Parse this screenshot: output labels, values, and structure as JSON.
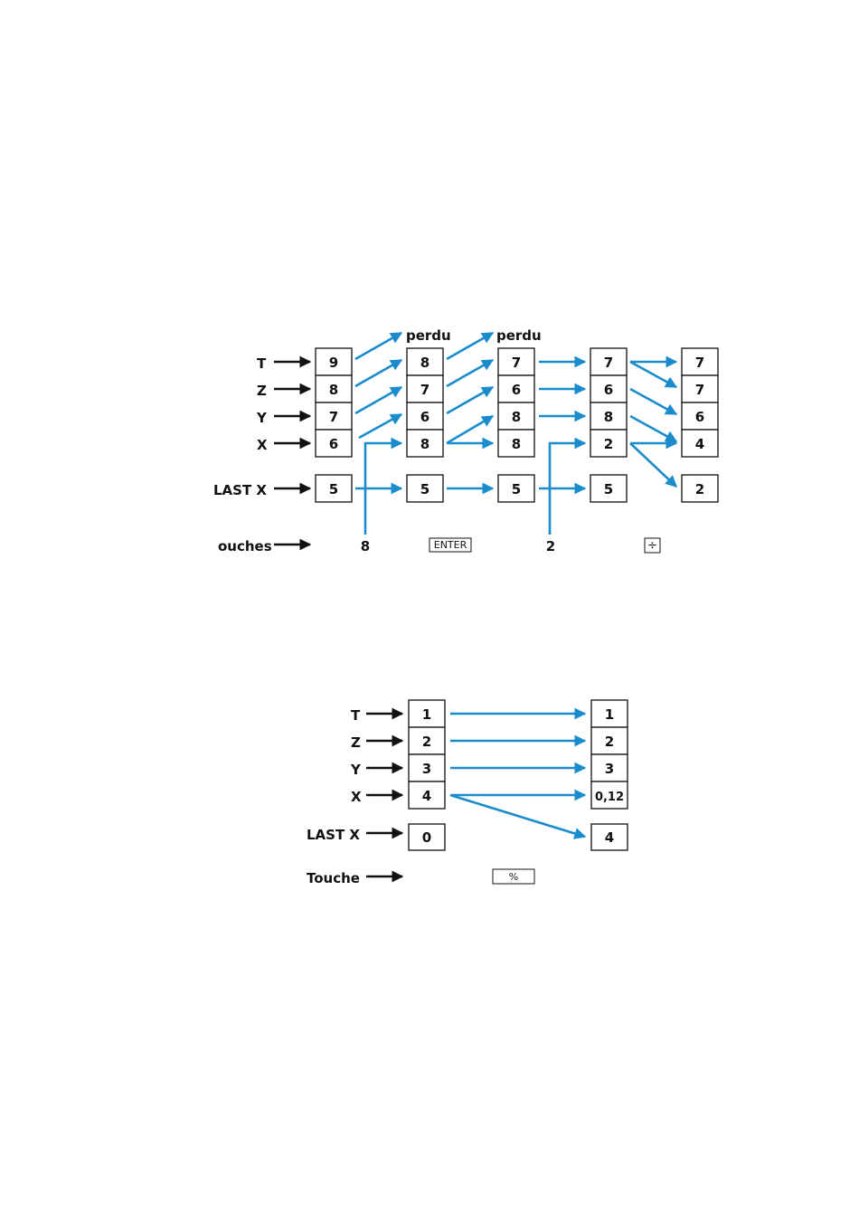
{
  "colors": {
    "flow_arrow": "#1a8ccc",
    "label_arrow": "#111111"
  },
  "diagram1": {
    "register_labels": [
      "T",
      "Z",
      "Y",
      "X",
      "LAST X"
    ],
    "keys_label": "ouches",
    "lost_label": "perdu",
    "stages": [
      {
        "T": "9",
        "Z": "8",
        "Y": "7",
        "X": "6",
        "last_x": "5"
      },
      {
        "T": "8",
        "Z": "7",
        "Y": "6",
        "X": "8",
        "last_x": "5"
      },
      {
        "T": "7",
        "Z": "6",
        "Y": "8",
        "X": "8",
        "last_x": "5"
      },
      {
        "T": "7",
        "Z": "6",
        "Y": "8",
        "X": "2",
        "last_x": "5"
      },
      {
        "T": "7",
        "Z": "7",
        "Y": "6",
        "X": "4",
        "last_x": "2"
      }
    ],
    "keys": [
      "8",
      "ENTER",
      "2",
      "÷"
    ]
  },
  "diagram2": {
    "register_labels": [
      "T",
      "Z",
      "Y",
      "X",
      "LAST X"
    ],
    "keys_label": "Touche",
    "stages": [
      {
        "T": "1",
        "Z": "2",
        "Y": "3",
        "X": "4",
        "last_x": "0"
      },
      {
        "T": "1",
        "Z": "2",
        "Y": "3",
        "X": "0,12",
        "last_x": "4"
      }
    ],
    "keys": [
      "%"
    ]
  }
}
